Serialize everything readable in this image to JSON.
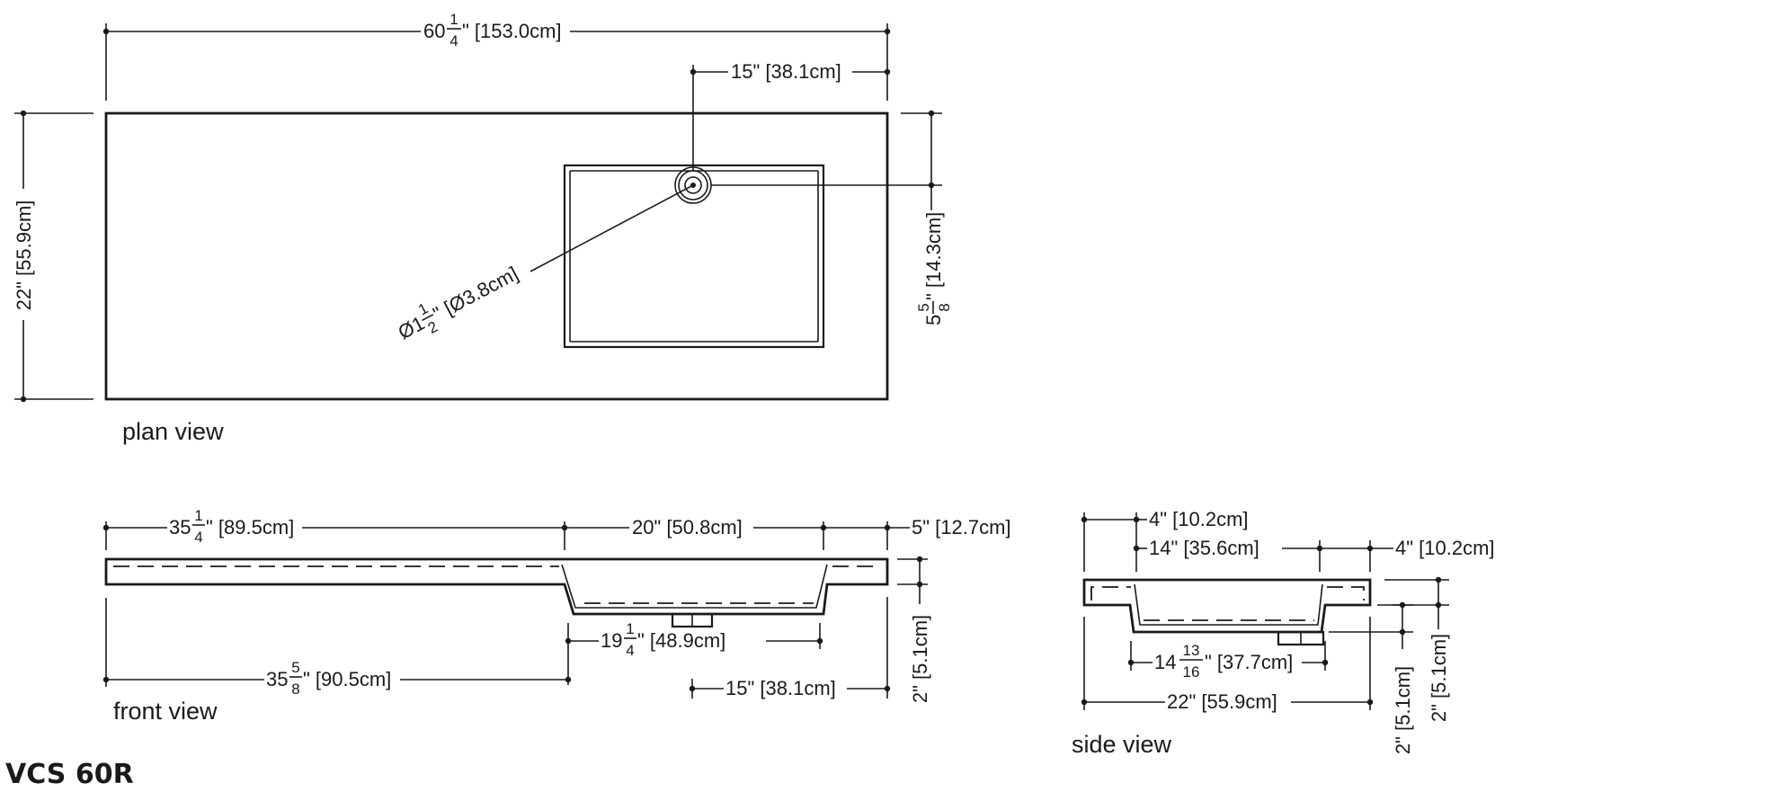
{
  "model": "VCS 60R",
  "views": {
    "plan": "plan view",
    "front": "front view",
    "side": "side view"
  },
  "plan": {
    "overall_width": {
      "whole": "60",
      "num": "1",
      "den": "4",
      "rest": "\" [153.0cm]"
    },
    "drain_offset": "15\" [38.1cm]",
    "depth": "22\" [55.9cm]",
    "drain_depth": {
      "whole": "5",
      "num": "5",
      "den": "8",
      "rest": "\" [14.3cm]"
    },
    "drain_dia": {
      "whole": "Ø1",
      "num": "1",
      "den": "2",
      "rest": "\" [Ø3.8cm]"
    }
  },
  "front": {
    "left_deck": {
      "whole": "35",
      "num": "1",
      "den": "4",
      "rest": "\" [89.5cm]"
    },
    "basin_top": "20\" [50.8cm]",
    "right_deck": "5\" [12.7cm]",
    "basin_bottom": {
      "whole": "19",
      "num": "1",
      "den": "4",
      "rest": "\" [48.9cm]"
    },
    "left_to_basin": {
      "whole": "35",
      "num": "5",
      "den": "8",
      "rest": "\" [90.5cm]"
    },
    "drain_offset": "15\" [38.1cm]",
    "height": "2\" [5.1cm]"
  },
  "side": {
    "back_deck": "4\" [10.2cm]",
    "basin_top": "14\" [35.6cm]",
    "front_deck": "4\" [10.2cm]",
    "basin_bottom": {
      "whole": "14",
      "num": "13",
      "den": "16",
      "rest": "\" [37.7cm]"
    },
    "depth": "22\" [55.9cm]",
    "deck_height": "2\" [5.1cm]",
    "basin_height": "2\" [5.1cm]"
  }
}
